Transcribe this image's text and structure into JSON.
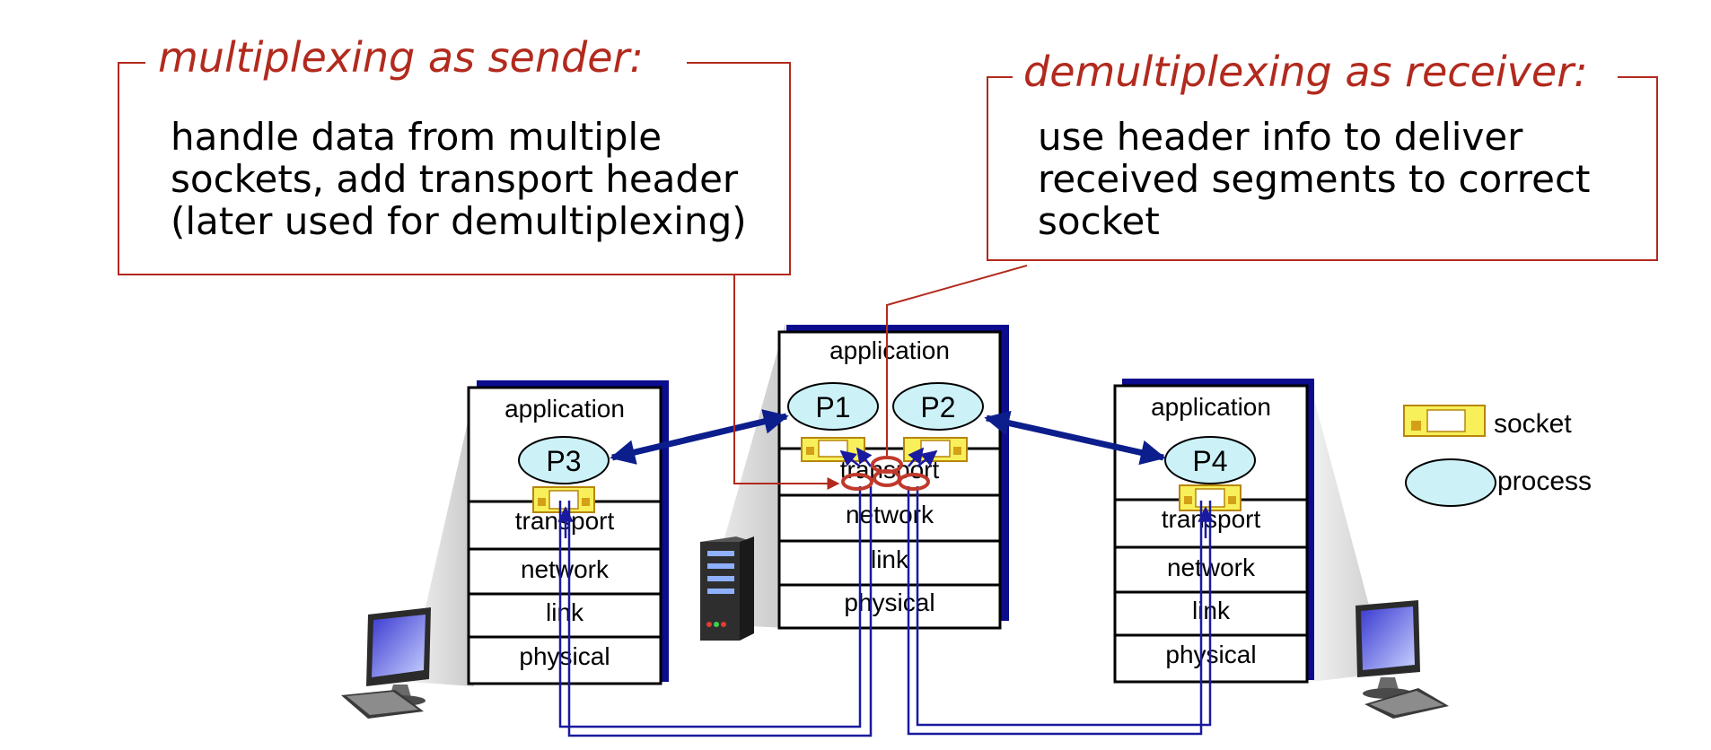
{
  "callouts": {
    "sender": {
      "title": "multiplexing as sender:",
      "body": [
        "handle data from multiple",
        "sockets, add transport header",
        "(later used for demultiplexing)"
      ]
    },
    "receiver": {
      "title": "demultiplexing as receiver:",
      "body": [
        "use header info to deliver",
        "received segments to correct",
        "socket"
      ]
    }
  },
  "hosts": {
    "left": {
      "layers": [
        "application",
        "transport",
        "network",
        "link",
        "physical"
      ],
      "processes": [
        "P3"
      ]
    },
    "center": {
      "layers": [
        "application",
        "transport",
        "network",
        "link",
        "physical"
      ],
      "processes": [
        "P1",
        "P2"
      ]
    },
    "right": {
      "layers": [
        "application",
        "transport",
        "network",
        "link",
        "physical"
      ],
      "processes": [
        "P4"
      ]
    }
  },
  "legend": {
    "socket": "socket",
    "process": "process"
  },
  "colors": {
    "callout_red": "#b22a1e",
    "stack_shadow_blue": "#0c0c8e",
    "arrow_blue": "#0c1e8c",
    "wire_blue": "#1a1aa0",
    "process_fill": "#ccf2f8",
    "socket_fill": "#f7f05a",
    "socket_border": "#b8860b"
  },
  "icons": [
    "laptop-computer-icon",
    "server-tower-icon",
    "laptop-computer-icon"
  ]
}
